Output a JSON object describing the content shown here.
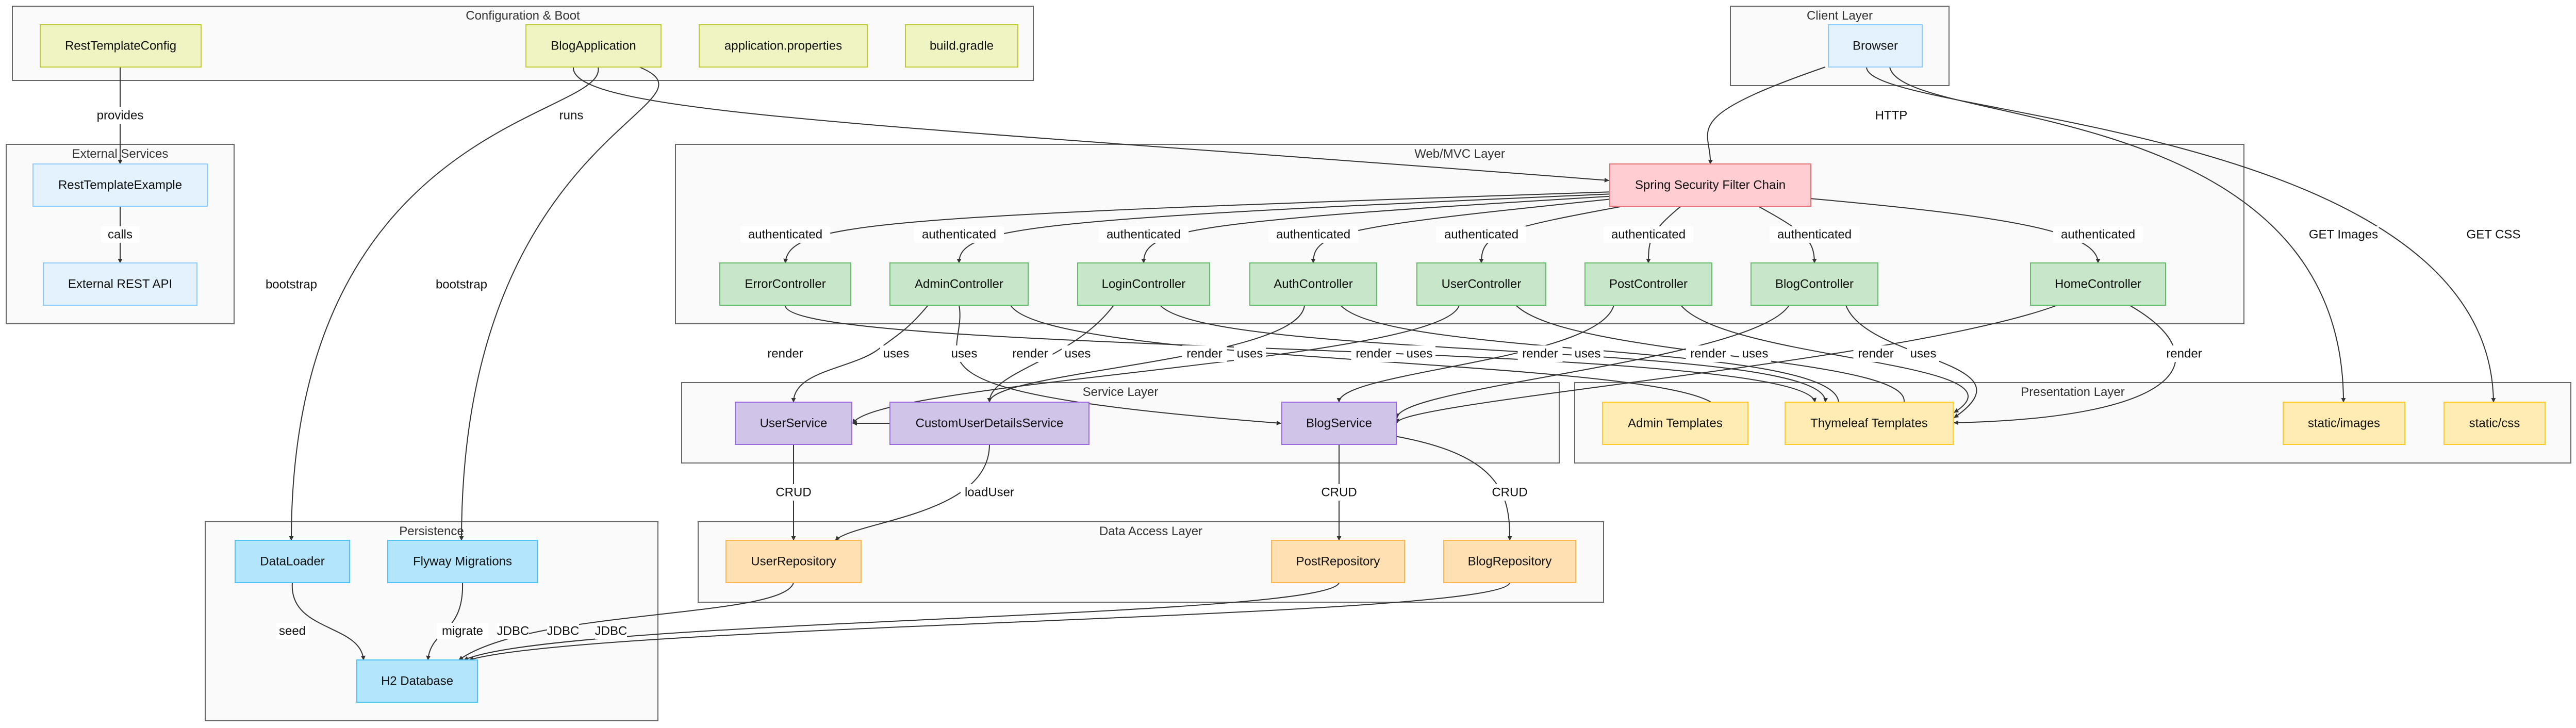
{
  "colors": {
    "config": {
      "fill": "#f0f4c3",
      "stroke": "#c0ca33"
    },
    "client": {
      "fill": "#e3f2fd",
      "stroke": "#90caf9"
    },
    "external": {
      "fill": "#e3f2fd",
      "stroke": "#90caf9"
    },
    "security": {
      "fill": "#ffcdd2",
      "stroke": "#e57373"
    },
    "controller": {
      "fill": "#c8e6c9",
      "stroke": "#66bb6a"
    },
    "service": {
      "fill": "#d1c4e9",
      "stroke": "#9c6ade"
    },
    "view": {
      "fill": "#ffecb3",
      "stroke": "#ffca28"
    },
    "repository": {
      "fill": "#ffe0b2",
      "stroke": "#ffb74d"
    },
    "persistence": {
      "fill": "#b3e5fc",
      "stroke": "#4fc3f7"
    }
  },
  "clusters": [
    {
      "id": "config",
      "title": "Configuration & Boot"
    },
    {
      "id": "client",
      "title": "Client Layer"
    },
    {
      "id": "external",
      "title": "External Services"
    },
    {
      "id": "web",
      "title": "Web/MVC Layer"
    },
    {
      "id": "service",
      "title": "Service Layer"
    },
    {
      "id": "presentation",
      "title": "Presentation Layer"
    },
    {
      "id": "persistence",
      "title": "Persistence"
    },
    {
      "id": "dataaccess",
      "title": "Data Access Layer"
    }
  ],
  "nodes": [
    {
      "id": "RestTemplateConfig",
      "label": "RestTemplateConfig",
      "kind": "config"
    },
    {
      "id": "BlogApplication",
      "label": "BlogApplication",
      "kind": "config"
    },
    {
      "id": "AppProps",
      "label": "application.properties",
      "kind": "config"
    },
    {
      "id": "BuildGradle",
      "label": "build.gradle",
      "kind": "config"
    },
    {
      "id": "Browser",
      "label": "Browser",
      "kind": "client"
    },
    {
      "id": "RestTemplateExample",
      "label": "RestTemplateExample",
      "kind": "external"
    },
    {
      "id": "ExternalAPI",
      "label": "External REST API",
      "kind": "external"
    },
    {
      "id": "SecurityChain",
      "label": "Spring Security Filter Chain",
      "kind": "security"
    },
    {
      "id": "ErrorController",
      "label": "ErrorController",
      "kind": "controller"
    },
    {
      "id": "AdminController",
      "label": "AdminController",
      "kind": "controller"
    },
    {
      "id": "LoginController",
      "label": "LoginController",
      "kind": "controller"
    },
    {
      "id": "AuthController",
      "label": "AuthController",
      "kind": "controller"
    },
    {
      "id": "UserController",
      "label": "UserController",
      "kind": "controller"
    },
    {
      "id": "PostController",
      "label": "PostController",
      "kind": "controller"
    },
    {
      "id": "BlogController",
      "label": "BlogController",
      "kind": "controller"
    },
    {
      "id": "HomeController",
      "label": "HomeController",
      "kind": "controller"
    },
    {
      "id": "UserService",
      "label": "UserService",
      "kind": "service"
    },
    {
      "id": "CustomUserDetailsService",
      "label": "CustomUserDetailsService",
      "kind": "service"
    },
    {
      "id": "BlogService",
      "label": "BlogService",
      "kind": "service"
    },
    {
      "id": "AdminTemplates",
      "label": "Admin Templates",
      "kind": "view"
    },
    {
      "id": "ThymeleafTemplates",
      "label": "Thymeleaf Templates",
      "kind": "view"
    },
    {
      "id": "StaticImages",
      "label": "static/images",
      "kind": "view"
    },
    {
      "id": "StaticCss",
      "label": "static/css",
      "kind": "view"
    },
    {
      "id": "DataLoader",
      "label": "DataLoader",
      "kind": "persistence"
    },
    {
      "id": "Flyway",
      "label": "Flyway Migrations",
      "kind": "persistence"
    },
    {
      "id": "H2",
      "label": "H2 Database",
      "kind": "persistence"
    },
    {
      "id": "UserRepository",
      "label": "UserRepository",
      "kind": "repository"
    },
    {
      "id": "PostRepository",
      "label": "PostRepository",
      "kind": "repository"
    },
    {
      "id": "BlogRepository",
      "label": "BlogRepository",
      "kind": "repository"
    }
  ],
  "edges": [
    {
      "from": "RestTemplateConfig",
      "to": "RestTemplateExample",
      "label": "provides"
    },
    {
      "from": "RestTemplateExample",
      "to": "ExternalAPI",
      "label": "calls"
    },
    {
      "from": "BlogApplication",
      "to": "SecurityChain",
      "label": "runs"
    },
    {
      "from": "BlogApplication",
      "to": "DataLoader",
      "label": "bootstrap"
    },
    {
      "from": "BlogApplication",
      "to": "Flyway",
      "label": "bootstrap"
    },
    {
      "from": "Browser",
      "to": "SecurityChain",
      "label": "HTTP"
    },
    {
      "from": "Browser",
      "to": "StaticImages",
      "label": "GET Images"
    },
    {
      "from": "Browser",
      "to": "StaticCss",
      "label": "GET CSS"
    },
    {
      "from": "SecurityChain",
      "to": "ErrorController",
      "label": "authenticated"
    },
    {
      "from": "SecurityChain",
      "to": "AdminController",
      "label": "authenticated"
    },
    {
      "from": "SecurityChain",
      "to": "LoginController",
      "label": "authenticated"
    },
    {
      "from": "SecurityChain",
      "to": "AuthController",
      "label": "authenticated"
    },
    {
      "from": "SecurityChain",
      "to": "UserController",
      "label": "authenticated"
    },
    {
      "from": "SecurityChain",
      "to": "PostController",
      "label": "authenticated"
    },
    {
      "from": "SecurityChain",
      "to": "BlogController",
      "label": "authenticated"
    },
    {
      "from": "SecurityChain",
      "to": "HomeController",
      "label": "authenticated"
    },
    {
      "from": "ErrorController",
      "to": "ThymeleafTemplates",
      "label": "render"
    },
    {
      "from": "AdminController",
      "to": "UserService",
      "label": "uses"
    },
    {
      "from": "AdminController",
      "to": "BlogService",
      "label": "uses"
    },
    {
      "from": "AdminController",
      "to": "AdminTemplates",
      "label": "render"
    },
    {
      "from": "LoginController",
      "to": "CustomUserDetailsService",
      "label": "uses"
    },
    {
      "from": "LoginController",
      "to": "ThymeleafTemplates",
      "label": "render"
    },
    {
      "from": "AuthController",
      "to": "CustomUserDetailsService",
      "label": "uses"
    },
    {
      "from": "AuthController",
      "to": "ThymeleafTemplates",
      "label": "render"
    },
    {
      "from": "UserController",
      "to": "UserService",
      "label": "uses"
    },
    {
      "from": "UserController",
      "to": "ThymeleafTemplates",
      "label": "render"
    },
    {
      "from": "PostController",
      "to": "BlogService",
      "label": "uses"
    },
    {
      "from": "PostController",
      "to": "ThymeleafTemplates",
      "label": "render"
    },
    {
      "from": "BlogController",
      "to": "BlogService",
      "label": "uses"
    },
    {
      "from": "BlogController",
      "to": "ThymeleafTemplates",
      "label": "render"
    },
    {
      "from": "HomeController",
      "to": "BlogService",
      "label": "uses"
    },
    {
      "from": "HomeController",
      "to": "ThymeleafTemplates",
      "label": "render"
    },
    {
      "from": "CustomUserDetailsService",
      "to": "UserService",
      "label": ""
    },
    {
      "from": "UserService",
      "to": "UserRepository",
      "label": "CRUD"
    },
    {
      "from": "CustomUserDetailsService",
      "to": "UserRepository",
      "label": "loadUser"
    },
    {
      "from": "BlogService",
      "to": "PostRepository",
      "label": "CRUD"
    },
    {
      "from": "BlogService",
      "to": "BlogRepository",
      "label": "CRUD"
    },
    {
      "from": "DataLoader",
      "to": "H2",
      "label": "seed"
    },
    {
      "from": "Flyway",
      "to": "H2",
      "label": "migrate"
    },
    {
      "from": "UserRepository",
      "to": "H2",
      "label": "JDBC"
    },
    {
      "from": "PostRepository",
      "to": "H2",
      "label": "JDBC"
    },
    {
      "from": "BlogRepository",
      "to": "H2",
      "label": "JDBC"
    }
  ]
}
